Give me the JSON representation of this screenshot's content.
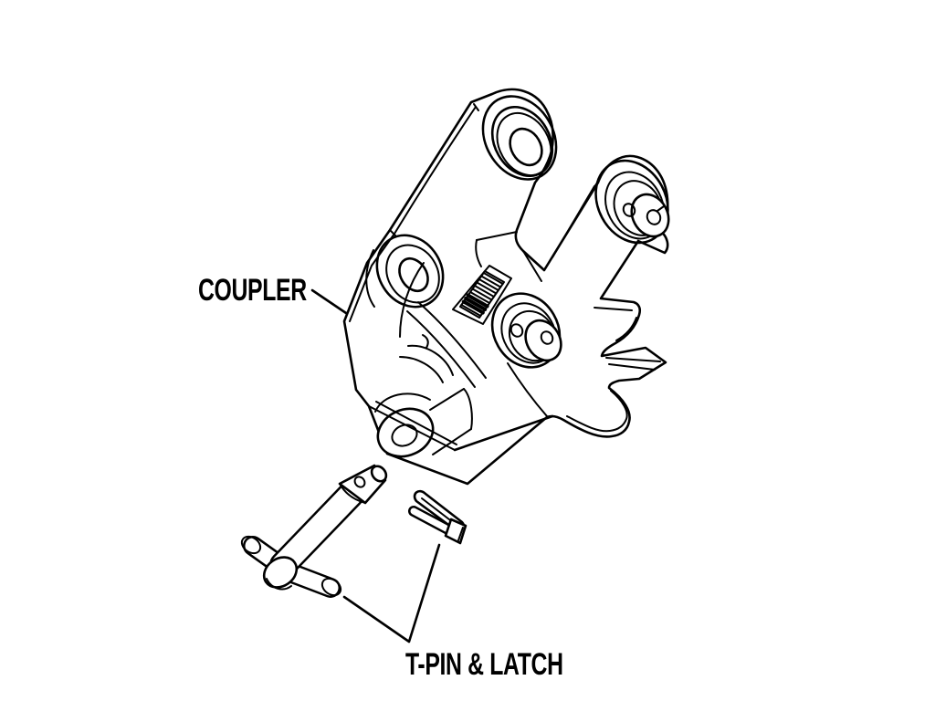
{
  "figure": {
    "kind": "technical-parts-diagram",
    "subject": "excavator quick coupler exploded view with t-pin and latch"
  },
  "labels": {
    "coupler": {
      "text": "COUPLER"
    },
    "tpin_latch": {
      "text": "T-PIN & LATCH"
    }
  },
  "parts": [
    {
      "name": "coupler",
      "label": "COUPLER"
    },
    {
      "name": "t-pin",
      "label": "T-PIN & LATCH"
    },
    {
      "name": "latch",
      "label": "T-PIN & LATCH"
    }
  ],
  "colors": {
    "line": "#000000",
    "background": "#ffffff",
    "text": "#000000"
  }
}
